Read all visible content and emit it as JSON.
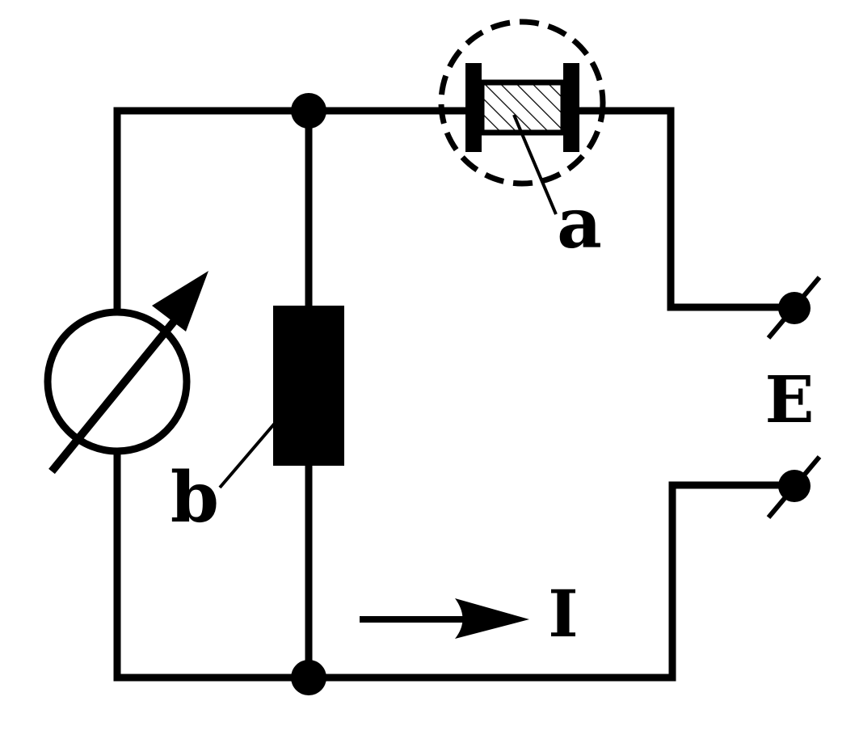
{
  "labels": {
    "a": "a",
    "b": "b",
    "E": "E",
    "I": "I"
  },
  "colors": {
    "line": "#000000",
    "background": "#ffffff"
  }
}
